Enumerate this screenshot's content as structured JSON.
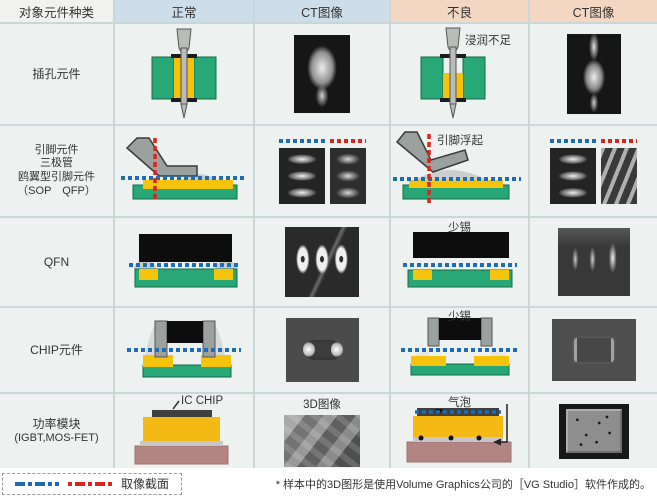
{
  "header": {
    "type": "对象元件种类",
    "normal": "正常",
    "ct1": "CT图像",
    "defect": "不良",
    "ct2": "CT图像"
  },
  "rows": [
    {
      "type_lines": [
        "插孔元件"
      ],
      "defect_label": "浸润不足"
    },
    {
      "type_lines": [
        "引脚元件",
        "三极管",
        "鸥翼型引脚元件",
        "（SOP　QFP）"
      ],
      "defect_label": "引脚浮起"
    },
    {
      "type_lines": [
        "QFN"
      ],
      "defect_label": "少锡"
    },
    {
      "type_lines": [
        "CHIP元件"
      ],
      "defect_label": "少锡"
    },
    {
      "type_lines": [
        "功率模块",
        "(IGBT,MOS-FET)"
      ],
      "defect_label": "气泡",
      "ic_chip_label": "IC CHIP",
      "ct3d_label": "3D图像"
    }
  ],
  "footer": {
    "legend": "取像截面",
    "note": "* 样本中的3D图形是使用Volume Graphics公司的［VG Studio］软件作成的。"
  },
  "colors": {
    "header_blue": "#cdddea",
    "header_pink": "#f4d7c3",
    "header_gray": "#f1f1ef",
    "cell_bg": "#edf2f1",
    "grid_line": "#c9d7d8",
    "board_green": "#29a877",
    "pad_yellow": "#f5c30c",
    "lead_gray": "#9ba19e",
    "chip_black": "#0d0d0d",
    "base_mauve": "#b28583",
    "block_orange": "#f5b915",
    "section_line_blue": "#1e6cb5",
    "section_line_red": "#d8261c"
  }
}
